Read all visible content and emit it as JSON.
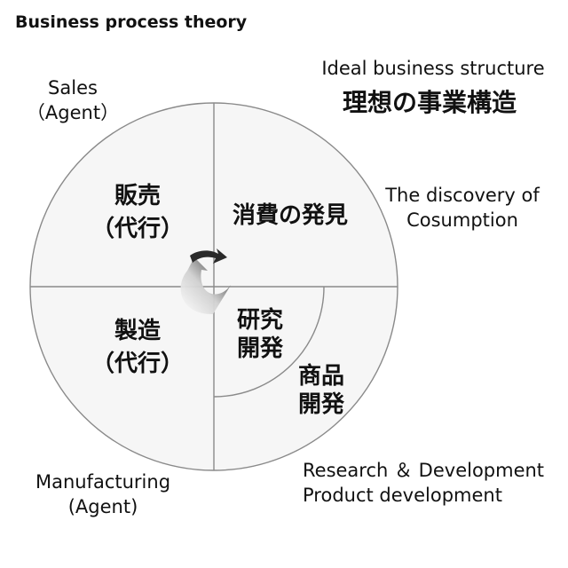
{
  "title": "Business process theory",
  "ideal": {
    "en": "Ideal business structure",
    "jp": "理想の事業構造"
  },
  "sales": {
    "en_line1": "Sales",
    "en_line2": "（Agent）",
    "jp_line1": "販売",
    "jp_line2": "（代行）"
  },
  "consumption": {
    "en_line1": "The discovery of",
    "en_line2": "Cosumption",
    "jp": "消費の発見"
  },
  "manufacturing": {
    "en_line1": "Manufacturing",
    "en_line2": "(Agent)",
    "jp_line1": "製造",
    "jp_line2": "（代行）"
  },
  "research": {
    "jp_line1": "研究",
    "jp_line2": "開発"
  },
  "product": {
    "jp_line1": "商品",
    "jp_line2": "開発"
  },
  "rnd": {
    "en_line1": "Research ＆ Development",
    "en_line2": "Product development"
  },
  "colors": {
    "circle_fill": "#f6f6f6",
    "circle_stroke": "#888888",
    "arrow_dark": "#2a2a2a",
    "arrow_light": "#d8d8d8"
  }
}
